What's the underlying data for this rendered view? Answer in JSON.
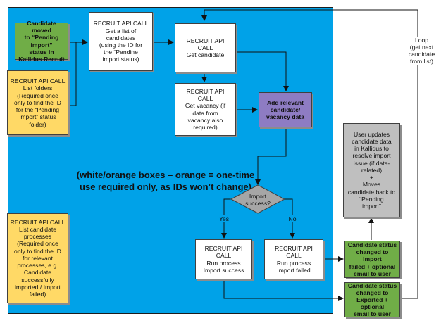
{
  "boxes": {
    "candidate_moved": "Candidate moved\nto “Pending import”\nstatus in\nKallidus Recruit",
    "list_folders": "RECRUIT API CALL\nList folders\n(Required once\nonly to find the ID\nfor the “Pending\nimport” status\nfolder)",
    "get_list": "RECRUIT API CALL\nGet a list of\ncandidates\n(using the ID for\nthe “Pendine\nimport status)",
    "get_candidate": "RECRUIT API\nCALL\nGet candidate",
    "get_vacancy": "RECRUIT API\nCALL\nGet vacancy (if\ndata from\nvacancy also\nrequired)",
    "add_data": "Add relevant\ncandidate/\nvacancy data",
    "list_processes": "RECRUIT API CALL\nList candidate\nprocesses\n(Required once\nonly to find the ID\nfor relevant\nprocesses, e.g.\nCandidate\nsuccessfully\nimported / Import\nfailed)",
    "run_success": "RECRUIT API\nCALL\nRun process\nImport success",
    "run_failed": "RECRUIT API\nCALL\nRun process\nImport failed",
    "status_failed": "Candidate status\nchanged to Import\nfailed + optional\nemail to user",
    "status_exported": "Candidate status\nchanged to\nExported + optional\nemail to user",
    "user_updates": "User updates\ncandidate data\nin Kallidus to\nresolve import\nissue (if data-\nrelated)\n+\nMoves\ncandidate back to\n“Pending\nimport”"
  },
  "decision": "Import\nsuccess?",
  "yes_label": "Yes",
  "no_label": "No",
  "note": "(white/orange boxes – orange = one-time\nuse required only, as IDs won’t change)",
  "loop_label": "Loop\n(get next\ncandidate\nfrom list)"
}
